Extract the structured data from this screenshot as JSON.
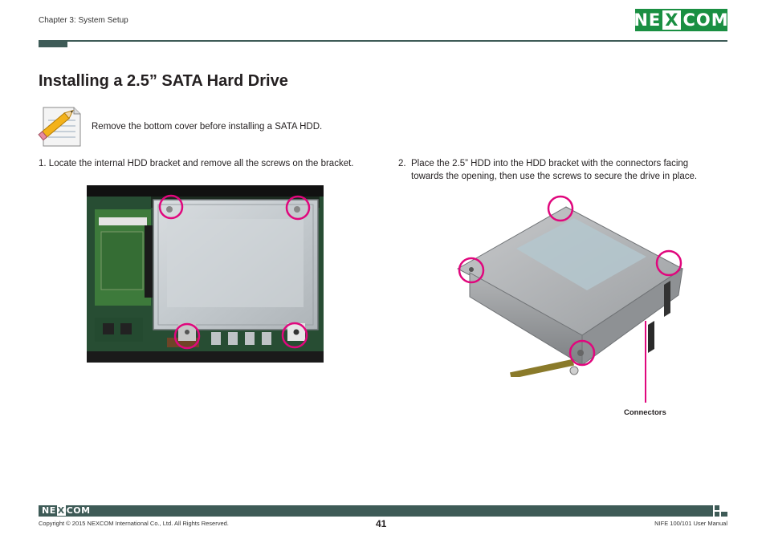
{
  "header": {
    "chapter": "Chapter 3: System Setup",
    "logo": {
      "part1": "NE",
      "part2": "X",
      "part3": "COM"
    },
    "brand_color": "#1a8f42",
    "rule_color": "#3e5b57"
  },
  "page_title": "Installing a 2.5” SATA Hard Drive",
  "note": {
    "icon": "note-pencil-icon",
    "text": "Remove the bottom cover before installing a SATA HDD."
  },
  "steps": [
    {
      "number": "1.",
      "text": "Locate the internal HDD bracket and remove all the screws on the bracket."
    },
    {
      "number": "2.",
      "line1": "Place the 2.5” HDD into the HDD bracket with the connectors facing",
      "line2": "towards the opening, then use the screws to secure the drive in place."
    }
  ],
  "figures": {
    "callout_color": "#e0077d",
    "connectors_label": "Connectors"
  },
  "footer": {
    "logo": {
      "part1": "NE",
      "part2": "X",
      "part3": "COM"
    },
    "copyright": "Copyright © 2015 NEXCOM International Co., Ltd. All Rights Reserved.",
    "page_number": "41",
    "manual_name": "NIFE 100/101 User Manual"
  }
}
